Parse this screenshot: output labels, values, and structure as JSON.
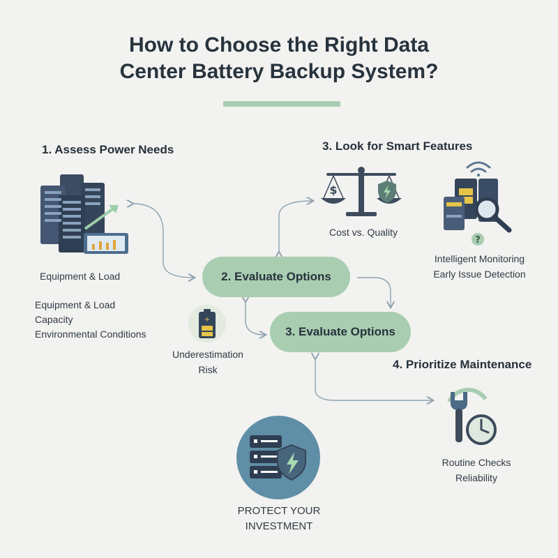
{
  "title": {
    "line1": "How to Choose the Right Data",
    "line2": "Center Battery Backup System?"
  },
  "step1": {
    "heading": "1. Assess Power Needs",
    "caption": "Equipment & Load",
    "list": [
      "Equipment & Load",
      "Capacity",
      "Environmental Conditions"
    ]
  },
  "step3_top": {
    "heading": "3. Look for Smart Features",
    "cost_caption": "Cost vs. Quality",
    "monitor_caption": [
      "Intelligent Monitoring",
      "Early Issue Detection"
    ]
  },
  "pill_evaluate_1": "2. Evaluate Options",
  "pill_evaluate_2": "3. Evaluate Options",
  "risk": {
    "caption": [
      "Underestimation",
      "Risk"
    ]
  },
  "step4": {
    "heading": "4. Prioritize Maintenance",
    "caption": [
      "Routine Checks",
      "Reliability"
    ]
  },
  "protect": {
    "caption": [
      "PROTECT YOUR",
      "INVESTMENT"
    ]
  },
  "colors": {
    "accent_green": "#a9cdb1",
    "navy": "#34455a",
    "yellow": "#e6c44a",
    "teal": "#5f8fa6",
    "connector": "#8fa3b1"
  },
  "icons": [
    "server-rack-icon",
    "monitor-chart-icon",
    "balance-scale-icon",
    "shield-bolt-icon",
    "wifi-icon",
    "battery-icon",
    "magnifier-icon",
    "question-icon",
    "wrench-icon",
    "clock-icon",
    "server-shield-icon"
  ]
}
